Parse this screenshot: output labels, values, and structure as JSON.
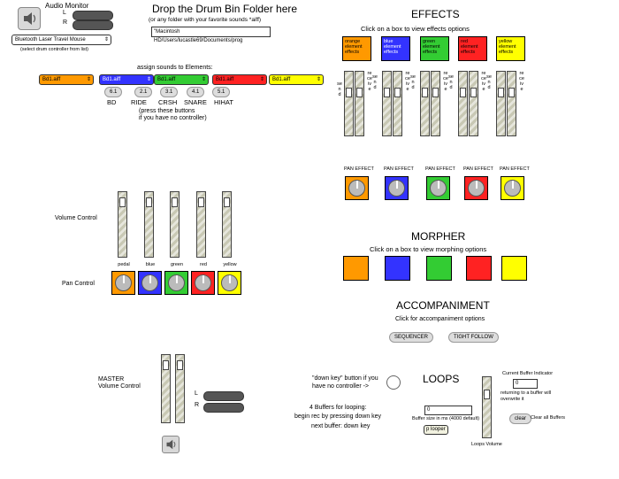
{
  "audio_monitor": {
    "title": "Audio Monitor",
    "l": "L",
    "r": "R"
  },
  "controller": {
    "selected": "Bluetooth Laser Travel Mouse",
    "hint": "(select drum controller from list)"
  },
  "drop": {
    "title": "Drop the Drum Bin Folder here",
    "subtitle": "(or any folder with your favorite sounds *aiff)",
    "path": "\"Macintosh HD/Users/lucastle69/Documents/prog"
  },
  "assign": {
    "title": "assign sounds to Elements:",
    "menus": [
      {
        "value": "Bd1.aiff",
        "color": "#ff9900"
      },
      {
        "value": "Bd1.aiff",
        "color": "#3333ff"
      },
      {
        "value": "Bd1.aiff",
        "color": "#33cc33"
      },
      {
        "value": "Bd1.aiff",
        "color": "#ff2222"
      },
      {
        "value": "Bd1.aiff",
        "color": "#ffff00"
      }
    ],
    "buttons": [
      {
        "value": "6.1",
        "label": "BD"
      },
      {
        "value": "2.1",
        "label": "RIDE"
      },
      {
        "value": "3.1",
        "label": "CRSH"
      },
      {
        "value": "4.1",
        "label": "SNARE"
      },
      {
        "value": "5.1",
        "label": "HIHAT"
      }
    ],
    "note1": "(press these buttons",
    "note2": "if you have no controller)"
  },
  "volume": {
    "label": "Volume Control"
  },
  "pan": {
    "label": "Pan Control",
    "channels": [
      {
        "name": "pedal",
        "color": "#ff9900"
      },
      {
        "name": "blue",
        "color": "#3333ff"
      },
      {
        "name": "green",
        "color": "#33cc33"
      },
      {
        "name": "red",
        "color": "#ff2222"
      },
      {
        "name": "yellow",
        "color": "#ffff00"
      }
    ]
  },
  "master": {
    "line1": "MASTER",
    "line2": "Volume Control",
    "l": "L",
    "r": "R"
  },
  "effects": {
    "title": "EFFECTS",
    "subtitle": "Click on a box to view effects options",
    "boxes": [
      {
        "label": "orange element effects",
        "color": "#ff9900"
      },
      {
        "label": "blue element effects",
        "color": "#3333ff"
      },
      {
        "label": "green element effects",
        "color": "#33cc33"
      },
      {
        "label": "red element effects",
        "color": "#ff2222"
      },
      {
        "label": "yellow element effects",
        "color": "#ffff00"
      }
    ],
    "send": "send",
    "receive": "receive",
    "pan_effect": "PAN EFFECT"
  },
  "morpher": {
    "title": "MORPHER",
    "subtitle": "Click on a box to view morphing options",
    "colors": [
      "#ff9900",
      "#3333ff",
      "#33cc33",
      "#ff2222",
      "#ffff00"
    ]
  },
  "accompaniment": {
    "title": "ACCOMPANIMENT",
    "subtitle": "Click for accompaniment options",
    "sequencer": "SEQUENCER",
    "tight_follow": "TIGHT FOLLOW"
  },
  "down_key": {
    "line1": "\"down key\" button if you",
    "line2": "have no controller ->"
  },
  "buffers": {
    "line1": "4 Buffers for looping:",
    "line2": "begin rec by pressing down key",
    "line3": "next buffer: down key"
  },
  "loops": {
    "title": "LOOPS",
    "buffer_size_value": "0",
    "buffer_size_label": "Buffer size in ms (4000 default)",
    "looper": "p looper",
    "current_buffer_label": "Current Buffer Indicator",
    "current_buffer_value": "0",
    "return_note1": "returning to a buffer will",
    "return_note2": "overwrite it",
    "clear": "clear",
    "clear_all": "Clear all Buffers",
    "loops_volume": "Loops Volume"
  }
}
